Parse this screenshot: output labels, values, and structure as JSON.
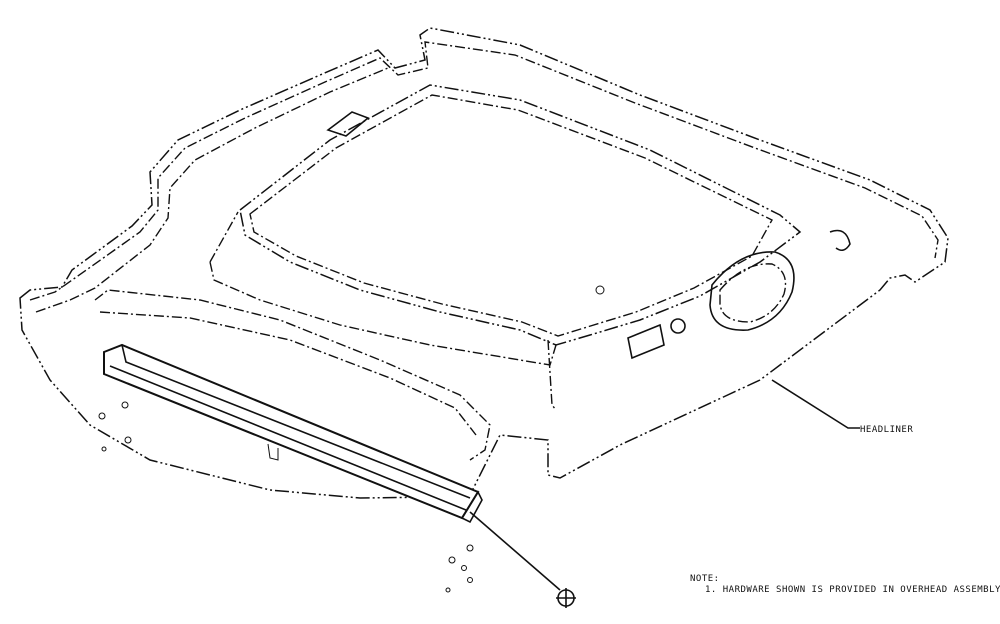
{
  "callouts": {
    "headliner": "HEADLINER"
  },
  "note": {
    "title": "NOTE:",
    "items": [
      "1. HARDWARE SHOWN IS PROVIDED IN OVERHEAD ASSEMBLY"
    ]
  }
}
